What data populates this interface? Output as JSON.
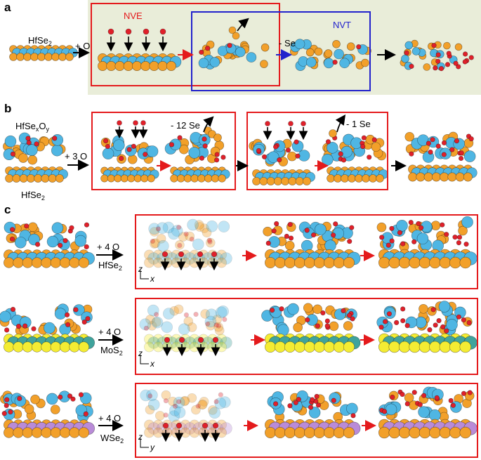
{
  "colors": {
    "hafnium": "#4fb6e3",
    "selenium": "#f2a02a",
    "oxygen": "#e0202a",
    "sulfur": "#f4ec33",
    "molybdenum": "#3fa39c",
    "tungsten": "#b98bd8",
    "nve_box": "#e41a1c",
    "nvt_box": "#2222cc",
    "panel_a_bg": "#e9edd9"
  },
  "panel_a": {
    "letter": "a",
    "substrate": "HfSe",
    "substrate_sub": "2",
    "add_oxygen": "+ O",
    "nve_label": "NVE",
    "nvt_label": "NVT",
    "remove": "- Se"
  },
  "panel_b": {
    "letter": "b",
    "top_formula": "HfSe",
    "top_sub_x": "x",
    "top_mid": "O",
    "top_sub_y": "y",
    "substrate": "HfSe",
    "substrate_sub": "2",
    "add_oxygen": "+ 3 O",
    "remove_1": "- 12 Se",
    "remove_2": "- 1 Se"
  },
  "panel_c": {
    "letter": "c",
    "add_oxygen": "+ 4 O",
    "rows": [
      {
        "name": "HfSe",
        "sub": "2",
        "axis_h": "x"
      },
      {
        "name": "MoS",
        "sub": "2",
        "axis_h": "x"
      },
      {
        "name": "WSe",
        "sub": "2",
        "axis_h": "y"
      }
    ],
    "axis_v": "z"
  }
}
